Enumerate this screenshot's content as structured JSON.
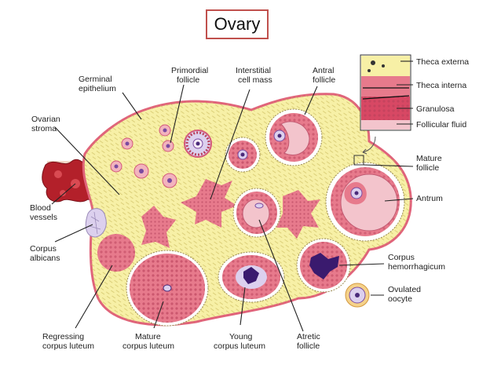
{
  "title": "Ovary",
  "labels": {
    "germinal_epithelium": [
      "Germinal",
      "epithelium"
    ],
    "primordial_follicle": [
      "Primordial",
      "follicle"
    ],
    "interstitial_cell_mass": [
      "Interstitial",
      "cell mass"
    ],
    "antral_follicle": [
      "Antral",
      "follicle"
    ],
    "ovarian_stroma": [
      "Ovarian",
      "stroma"
    ],
    "blood_vessels": [
      "Blood",
      "vessels"
    ],
    "corpus_albicans": [
      "Corpus",
      "albicans"
    ],
    "regressing_corpus_luteum": [
      "Regressing",
      "corpus luteum"
    ],
    "mature_corpus_luteum": [
      "Mature",
      "corpus luteum"
    ],
    "young_corpus_luteum": [
      "Young",
      "corpus luteum"
    ],
    "atretic_follicle": [
      "Atretic",
      "follicle"
    ],
    "mature_follicle": [
      "Mature",
      "follicle"
    ],
    "antrum": [
      "Antrum"
    ],
    "corpus_hemorrhagicum": [
      "Corpus",
      "hemorrhagicum"
    ],
    "ovulated_oocyte": [
      "Ovulated",
      "oocyte"
    ]
  },
  "inset_labels": {
    "theca_externa": "Theca externa",
    "theca_interna": "Theca interna",
    "granulosa": "Granulosa",
    "follicular_fluid": "Follicular fluid"
  },
  "colors": {
    "stroma": "#f7f0a6",
    "capsule": "#e0637a",
    "luteal_pink": "#e77a8c",
    "antrum_fill": "#f3c4cc",
    "blood": "#b3202a",
    "hemorrhage": "#3a1a6e",
    "title_border": "#c0504d"
  }
}
